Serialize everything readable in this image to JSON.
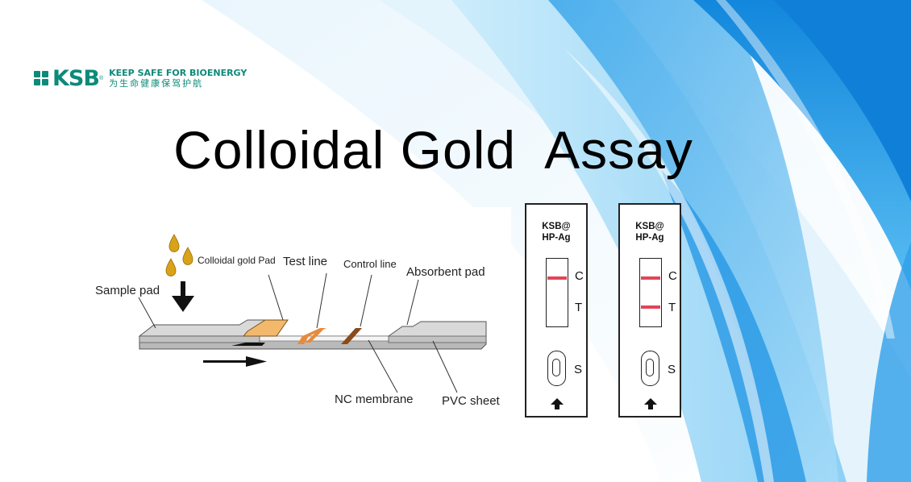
{
  "brand": {
    "mark": "KSB",
    "tagline_en": "KEEP SAFE FOR BIOENERGY",
    "tagline_cn": "为生命健康保驾护航",
    "reg_symbol": "®",
    "color": "#0d8a7a"
  },
  "title": "Colloidal Gold  Assay",
  "diagram": {
    "labels": {
      "sample_pad": "Sample pad",
      "colloidal_gold_pad": "Colloidal gold Pad",
      "test_line": "Test line",
      "control_line": "Control line",
      "absorbent_pad": "Absorbent pad",
      "nc_membrane": "NC membrane",
      "pvc_sheet": "PVC sheet"
    },
    "colors": {
      "drop": "#d8a31a",
      "gold_pad": "#f2b86c",
      "test_line": "#e88a3c",
      "control_line": "#8a4a1a"
    }
  },
  "cassettes": [
    {
      "name_line1": "KSB@",
      "name_line2": "HP-Ag",
      "c_label": "C",
      "t_label": "T",
      "s_label": "S",
      "c_line": true,
      "t_line": false
    },
    {
      "name_line1": "KSB@",
      "name_line2": "HP-Ag",
      "c_label": "C",
      "t_label": "T",
      "s_label": "S",
      "c_line": true,
      "t_line": true
    }
  ],
  "line_color": "#e0455a",
  "background_colors": [
    "#1a8fe0",
    "#5cc0f0",
    "#bfe6fb"
  ]
}
